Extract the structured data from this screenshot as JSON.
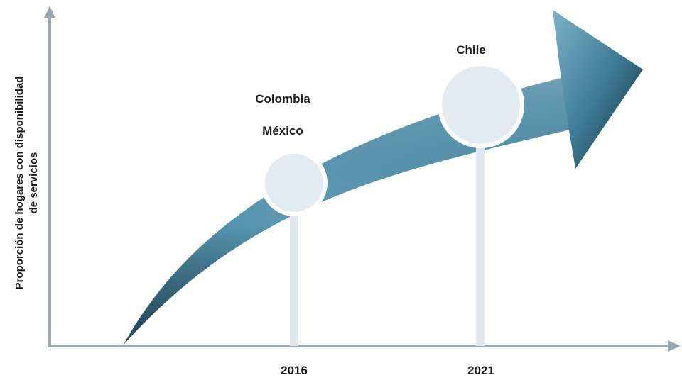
{
  "y_axis_label_line1": "Proporción de hogares con disponibilidad",
  "y_axis_label_line2": "de servicios",
  "milestones": [
    {
      "year": "2016",
      "countries": [
        "Colombia",
        "México"
      ]
    },
    {
      "year": "2021",
      "countries": [
        "Chile"
      ]
    }
  ],
  "colors": {
    "axis": "#9aa7b2",
    "arrow_light": "#6fa8c0",
    "arrow_mid": "#3d7f9a",
    "arrow_dark": "#1d3442",
    "marker_fill": "#e2ebf1",
    "marker_border": "#ffffff",
    "stem": "#dfe8ee"
  }
}
